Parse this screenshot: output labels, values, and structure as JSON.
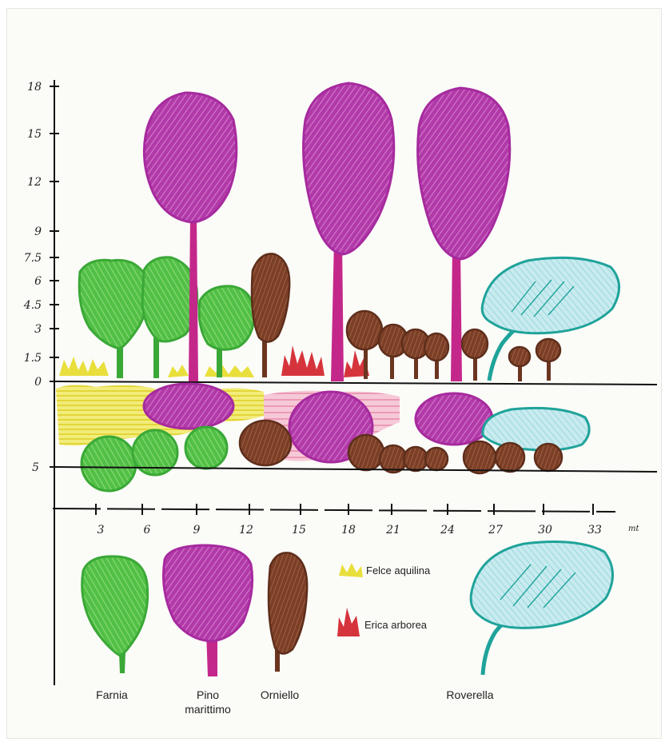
{
  "diagram": {
    "profile": {
      "y_axis_ticks": [
        "18",
        "15",
        "12",
        "9",
        "7.5",
        "6",
        "4.5",
        "3",
        "1.5",
        "0"
      ],
      "y_axis_values": [
        18,
        15,
        12,
        9,
        7.5,
        6,
        4.5,
        3,
        1.5,
        0
      ],
      "plan_depth_label": "5",
      "x_axis_ticks": [
        "3",
        "6",
        "9",
        "12",
        "15",
        "18",
        "21",
        "24",
        "27",
        "30",
        "33"
      ],
      "x_axis_unit": "mt"
    },
    "legend": {
      "felce": "Felce aquilina",
      "erica": "Erica arborea"
    },
    "species": [
      {
        "label": "Farnia",
        "color": "#45b83c"
      },
      {
        "label": "Pino\nmarittimo",
        "line1": "Pino",
        "line2": "marittimo",
        "color": "#a62a9e"
      },
      {
        "label": "Orniello",
        "color": "#7a3f26"
      },
      {
        "label": "Roverella",
        "color": "#1fa39a"
      }
    ],
    "colors": {
      "farnia": "#45b83c",
      "pino": "#a62a9e",
      "orniello": "#7a3f26",
      "roverella_fill": "#bfe6ec",
      "roverella_stroke": "#1fa39a",
      "felce": "#e6de3a",
      "erica": "#d6343c"
    }
  }
}
